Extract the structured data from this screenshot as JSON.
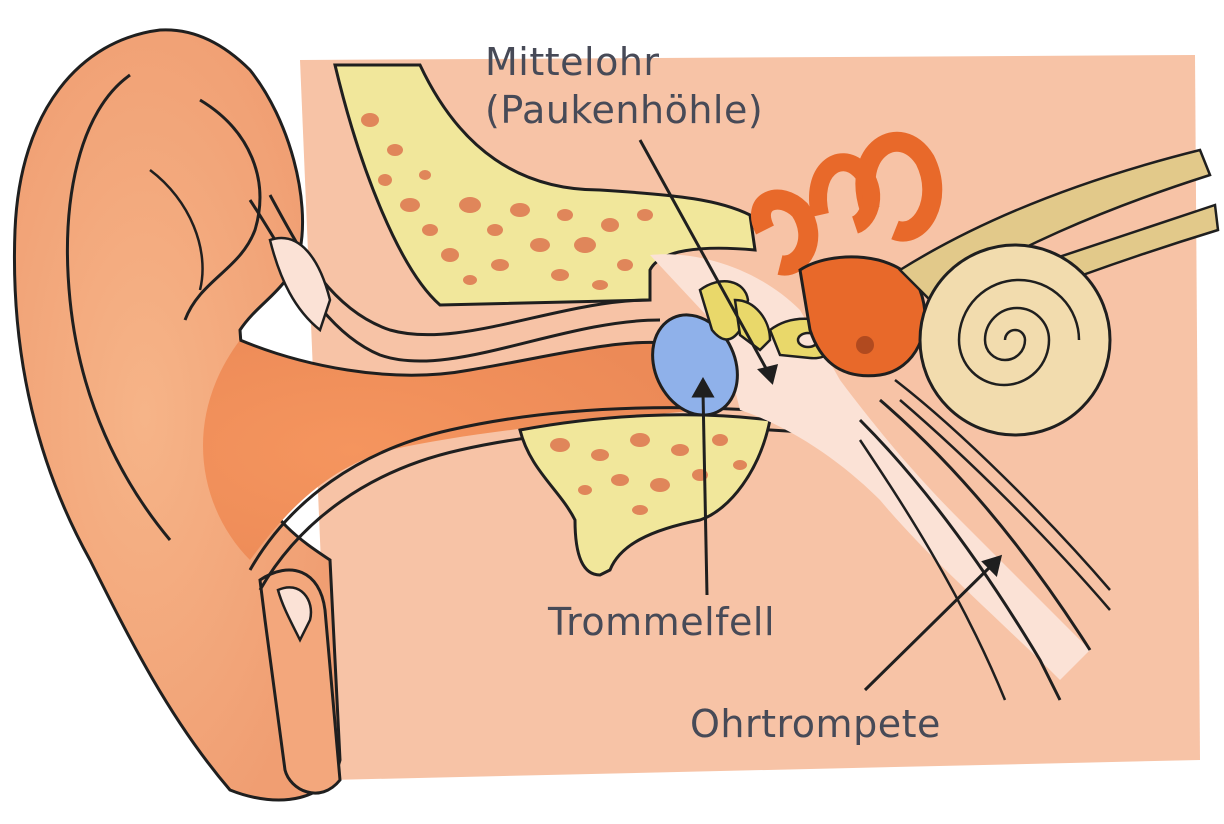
{
  "labels": {
    "middle_ear_line1": "Mittelohr",
    "middle_ear_line2": "(Paukenhöhle)",
    "eardrum": "Trommelfell",
    "eustachian_tube": "Ohrtrompete"
  },
  "colors": {
    "background_skin": "#f7c3a6",
    "outer_ear": "#f3a77c",
    "ear_canal": "#ef9a6a",
    "bone": "#f1e79b",
    "bone_pores": "#e0865a",
    "cavity": "#fbe2d6",
    "eardrum": "#8fb1ea",
    "ossicles": "#e9d86a",
    "semicircular_canals": "#e8692a",
    "cochlea": "#f2dcae",
    "nerve": "#e2c98a",
    "outline": "#1f1f1f",
    "label_text": "#474a57"
  },
  "icons": [
    "ear-anatomy-illustration",
    "arrow-icon"
  ]
}
